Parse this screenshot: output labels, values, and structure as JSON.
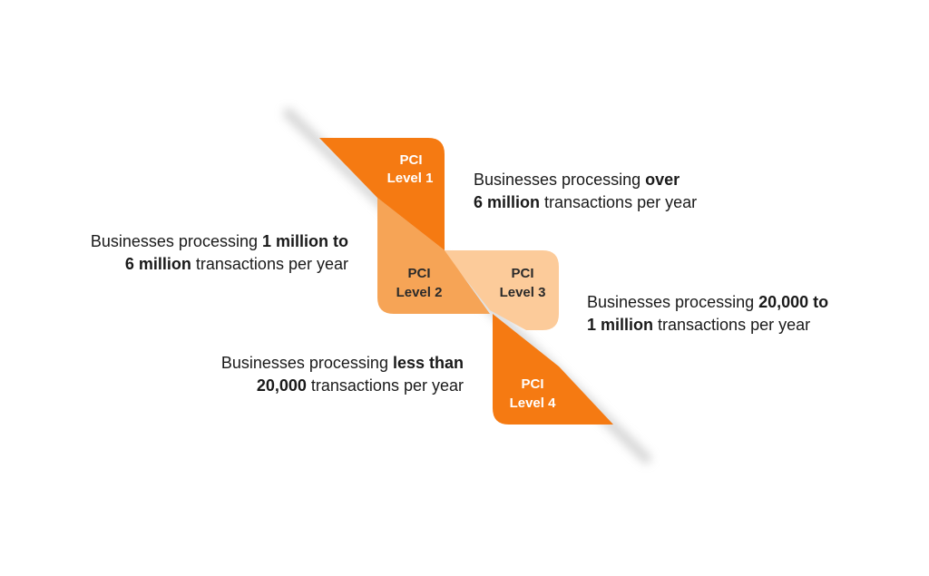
{
  "diagram": {
    "levels": [
      {
        "id": "level1",
        "line1": "PCI",
        "line2": "Level 1",
        "color": "#F57A12",
        "description": {
          "line1": {
            "prefix": "Businesses processing ",
            "bold": "over"
          },
          "line2": {
            "bold": "6 million",
            "suffix": " transactions per year"
          }
        }
      },
      {
        "id": "level2",
        "line1": "PCI",
        "line2": "Level 2",
        "color": "#F6A456",
        "description": {
          "line1": {
            "prefix": "Businesses processing ",
            "bold": "1 million to"
          },
          "line2": {
            "bold": "6 million",
            "suffix": " transactions per year"
          }
        }
      },
      {
        "id": "level3",
        "line1": "PCI",
        "line2": "Level 3",
        "color": "#FCCB9A",
        "description": {
          "line1": {
            "prefix": "Businesses processing ",
            "bold": "20,000 to"
          },
          "line2": {
            "bold": "1 million",
            "suffix": " transactions per year"
          }
        }
      },
      {
        "id": "level4",
        "line1": "PCI",
        "line2": "Level 4",
        "color": "#F57A12",
        "description": {
          "line1": {
            "prefix": "Businesses processing ",
            "bold": "less than"
          },
          "line2": {
            "bold": "20,000",
            "suffix": " transactions per year"
          }
        }
      }
    ],
    "colors": {
      "orange": "#F57A12",
      "mid_orange": "#F6A456",
      "light_orange": "#FCCB9A",
      "shadow": "#cfcfcf"
    }
  }
}
